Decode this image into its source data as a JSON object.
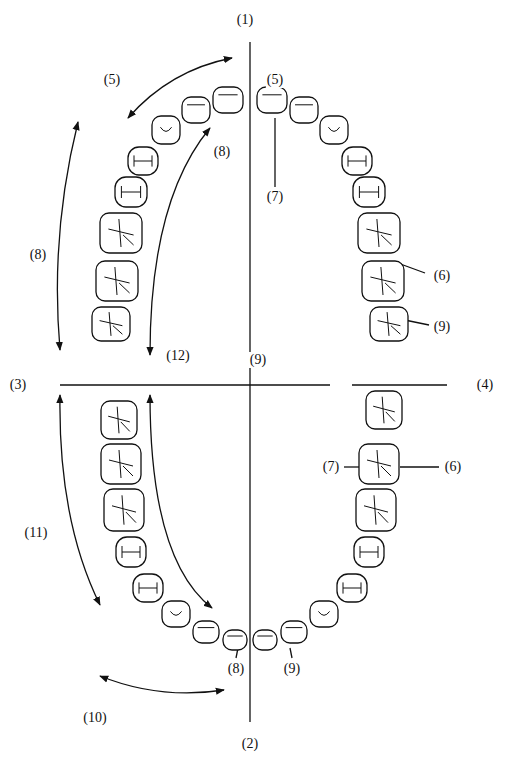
{
  "diagram": {
    "labels": [
      "(1)",
      "(5)",
      "(5)",
      "(8)",
      "(7)",
      "(6)",
      "(8)",
      "(9)",
      "(12)",
      "(9)",
      "(3)",
      "(4)",
      "(7)",
      "(6)",
      "(11)",
      "(8)",
      "(9)",
      "(10)",
      "(2)"
    ]
  }
}
